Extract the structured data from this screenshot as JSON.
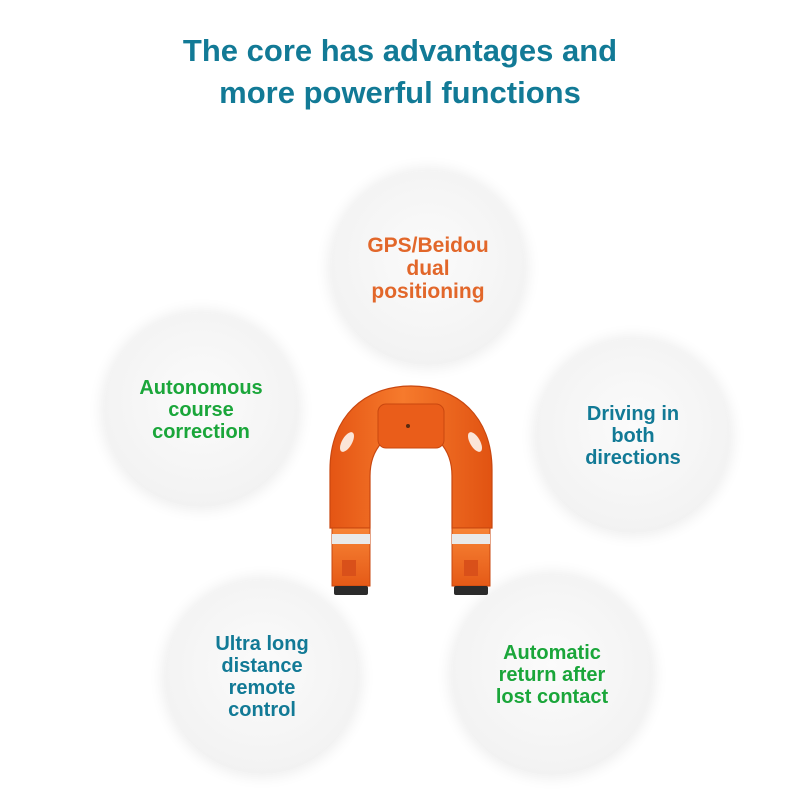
{
  "heading": {
    "line1": "The core has advantages and",
    "line2": "more powerful functions"
  },
  "features": {
    "gps": "GPS/Beidou\ndual\npositioning",
    "autonomous": "Autonomous\ncourse\ncorrection",
    "driving": "Driving in\nboth\ndirections",
    "ultra": "Ultra long\ndistance\nremote\ncontrol",
    "return": "Automatic\nreturn after\nlost contact"
  },
  "colors": {
    "title": "#127a96",
    "orange_text": "#e2672a",
    "green_text": "#1aa63a",
    "teal_text": "#127a96",
    "product_orange": "#f26a1f"
  }
}
